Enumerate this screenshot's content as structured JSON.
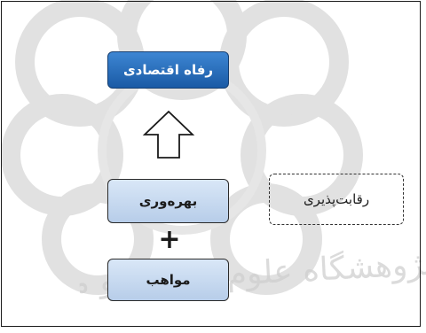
{
  "diagram": {
    "top_box": "رفاه اقتصادی",
    "middle_box": "بهره‌وری",
    "bottom_box": "مواهب",
    "side_box": "رقابت‌پذیری",
    "plus_sign": "+",
    "watermark_text": "پژوهشگاه علوم انسانی و مطالعات فرهنگی"
  },
  "colors": {
    "top_box": "#1a5aa5",
    "light_box": "#c9dbf0",
    "watermark": "#cfcfcf"
  },
  "icons": [
    "hollow-up-arrow-icon",
    "watermark-logo-icon"
  ]
}
